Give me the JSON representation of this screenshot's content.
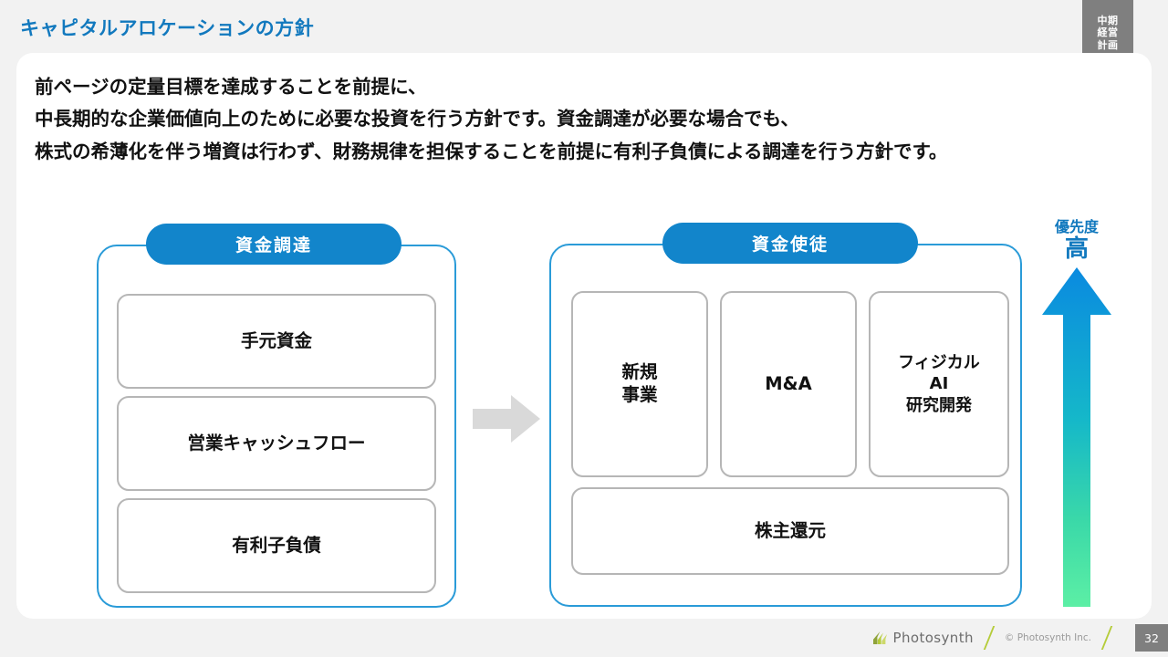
{
  "header": {
    "title": "キャピタルアロケーションの方針",
    "badge_lines": [
      "中期",
      "経営",
      "計画"
    ],
    "title_color": "#1279BE",
    "badge_bg": "#7f7f7f"
  },
  "lead_text": "前ページの定量目標を達成することを前提に、\n中長期的な企業価値向上のために必要な投資を行う方針です。資金調達が必要な場合でも、\n株式の希薄化を伴う増資は行わず、財務規律を担保することを前提に有利子負債による調達を行う方針です。",
  "diagram": {
    "groups": [
      {
        "id": "funding",
        "pill_label": "資金調達",
        "cards": [
          {
            "label": "手元資金"
          },
          {
            "label": "営業キャッシュフロー"
          },
          {
            "label": "有利子負債"
          }
        ]
      },
      {
        "id": "usage",
        "pill_label": "資金使徒",
        "cards": [
          {
            "label": "新規\n事業"
          },
          {
            "label": "M&A"
          },
          {
            "label": "フィジカル\nAI\n研究開発"
          },
          {
            "label": "株主還元"
          }
        ]
      }
    ],
    "flow_arrow_color": "#d9d9d9",
    "group_border_color": "#2A9BD8",
    "pill_color": "#1285CB",
    "card_border_color": "#b6b6b6",
    "priority": {
      "label": "優先度",
      "level": "高",
      "direction": "up",
      "gradient_top": "#0A8AE0",
      "gradient_bottom": "#5CEFA5"
    }
  },
  "footer": {
    "brand": "Photosynth",
    "copyright": "© Photosynth Inc.",
    "page_number": "32",
    "accent_color": "#b5cc3a"
  }
}
